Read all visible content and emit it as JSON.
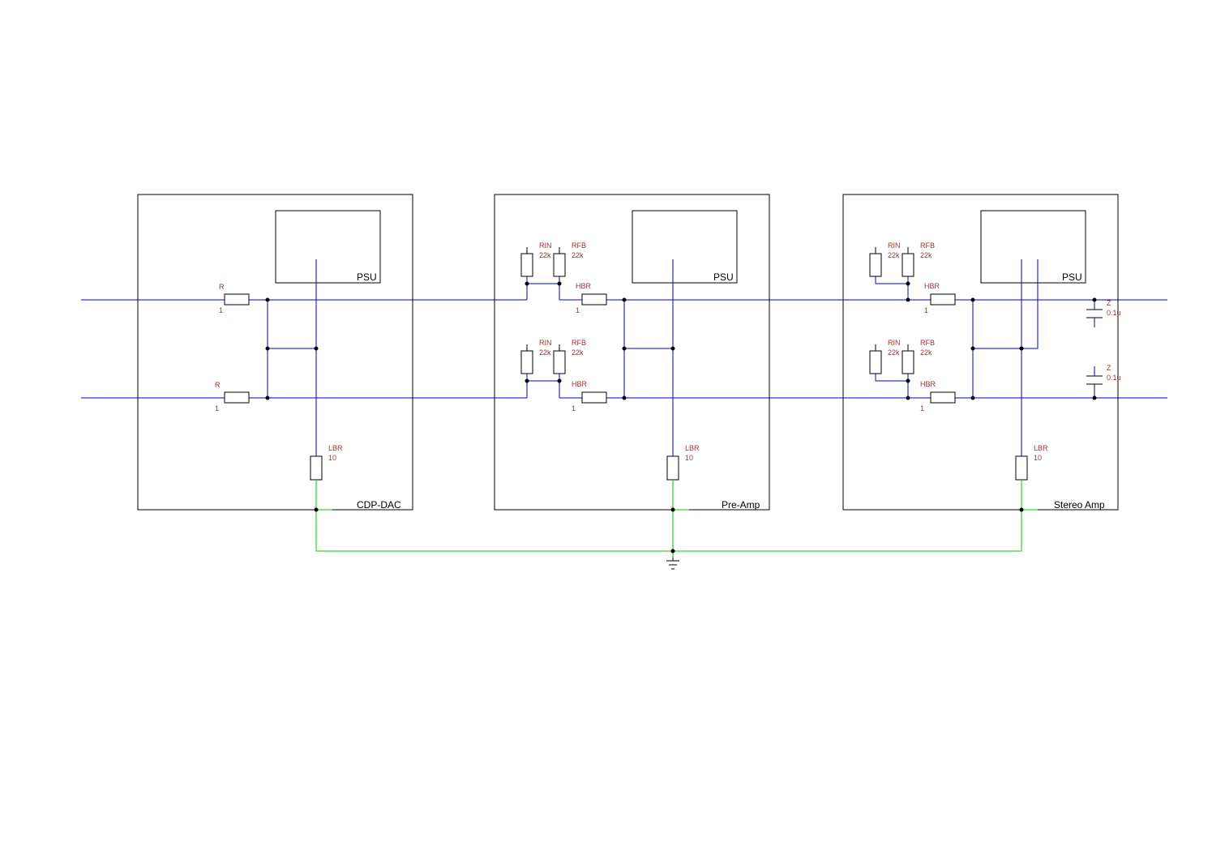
{
  "blocks": {
    "cdp": {
      "name": "CDP-DAC",
      "psu": "PSU"
    },
    "pre": {
      "name": "Pre-Amp",
      "psu": "PSU"
    },
    "amp": {
      "name": "Stereo Amp",
      "psu": "PSU"
    }
  },
  "cdp": {
    "r_top": {
      "name": "R",
      "value": "1"
    },
    "r_bot": {
      "name": "R",
      "value": "1"
    },
    "lbr": {
      "name": "LBR",
      "value": "10"
    }
  },
  "pre": {
    "rin_top": {
      "name": "RIN",
      "value": "22k"
    },
    "rfb_top": {
      "name": "RFB",
      "value": "22k"
    },
    "hbr_top": {
      "name": "HBR",
      "value": "1"
    },
    "rin_bot": {
      "name": "RIN",
      "value": "22k"
    },
    "rfb_bot": {
      "name": "RFB",
      "value": "22k"
    },
    "hbr_bot": {
      "name": "HBR",
      "value": "1"
    },
    "lbr": {
      "name": "LBR",
      "value": "10"
    }
  },
  "amp": {
    "rin_top": {
      "name": "RIN",
      "value": "22k"
    },
    "rfb_top": {
      "name": "RFB",
      "value": "22k"
    },
    "hbr_top": {
      "name": "HBR",
      "value": "1"
    },
    "rin_bot": {
      "name": "RIN",
      "value": "22k"
    },
    "rfb_bot": {
      "name": "RFB",
      "value": "22k"
    },
    "hbr_bot": {
      "name": "HBR",
      "value": "1"
    },
    "lbr": {
      "name": "LBR",
      "value": "10"
    },
    "z_top": {
      "name": "Z",
      "value": "0.1u"
    },
    "z_bot": {
      "name": "Z",
      "value": "0.1u"
    }
  },
  "colors": {
    "signal_wire": "#0000cc",
    "ground_wire": "#00cc00",
    "label": "#993333"
  }
}
